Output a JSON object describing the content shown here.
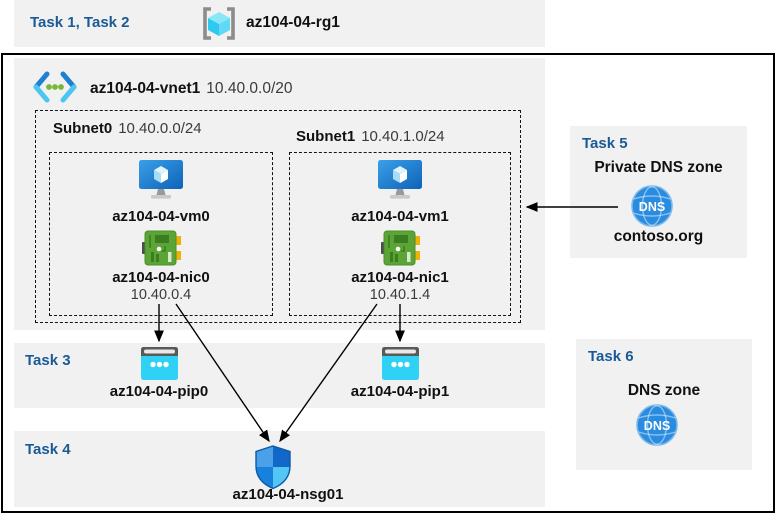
{
  "colors": {
    "task_label_blue": "#1a5a96",
    "panel_gray": "#f1f1f1",
    "border_black": "#000000",
    "vm_monitor_blue": "#1b7fd4",
    "nic_green": "#5ba536",
    "nic_connector_yellow": "#eeb30a",
    "pip_cyan": "#2fd2f4",
    "pip_bar_gray": "#595959",
    "dns_globe_blue": "#2a8ce0",
    "nsg_shield_blue": "#1781dc",
    "rg_cube_cyan": "#4fd4f2",
    "vnet_chevron_blue": "#1f80d2",
    "vnet_dot_green": "#76b83a"
  },
  "tasks12": {
    "label": "Task 1, Task 2",
    "resource_group_icon": "resource-group-icon",
    "resource_group": "az104-04-rg1"
  },
  "vnet": {
    "icon": "virtual-network-icon",
    "name": "az104-04-vnet1",
    "cidr": "10.40.0.0/20",
    "subnets": [
      {
        "name": "Subnet0",
        "cidr": "10.40.0.0/24",
        "vm_icon": "virtual-machine-icon",
        "vm_name": "az104-04-vm0",
        "nic_icon": "network-interface-icon",
        "nic_name": "az104-04-nic0",
        "nic_ip": "10.40.0.4"
      },
      {
        "name": "Subnet1",
        "cidr": "10.40.1.0/24",
        "vm_icon": "virtual-machine-icon",
        "vm_name": "az104-04-vm1",
        "nic_icon": "network-interface-icon",
        "nic_name": "az104-04-nic1",
        "nic_ip": "10.40.1.4"
      }
    ]
  },
  "task3": {
    "label": "Task 3",
    "pip_icon": "public-ip-icon",
    "pip0": "az104-04-pip0",
    "pip1": "az104-04-pip1"
  },
  "task4": {
    "label": "Task 4",
    "nsg_icon": "network-security-group-icon",
    "nsg": "az104-04-nsg01"
  },
  "task5": {
    "label": "Task 5",
    "title": "Private DNS zone",
    "dns_icon": "dns-zone-icon",
    "dns_icon_text": "DNS",
    "zone_name": "contoso.org"
  },
  "task6": {
    "label": "Task 6",
    "title": "DNS zone",
    "dns_icon": "dns-zone-icon",
    "dns_icon_text": "DNS"
  },
  "connections": [
    {
      "from": "az104-04-nic0",
      "to": "az104-04-pip0"
    },
    {
      "from": "az104-04-nic0",
      "to": "az104-04-nsg01"
    },
    {
      "from": "az104-04-nic1",
      "to": "az104-04-pip1"
    },
    {
      "from": "az104-04-nic1",
      "to": "az104-04-nsg01"
    },
    {
      "from": "contoso.org",
      "to": "az104-04-vnet1"
    }
  ]
}
